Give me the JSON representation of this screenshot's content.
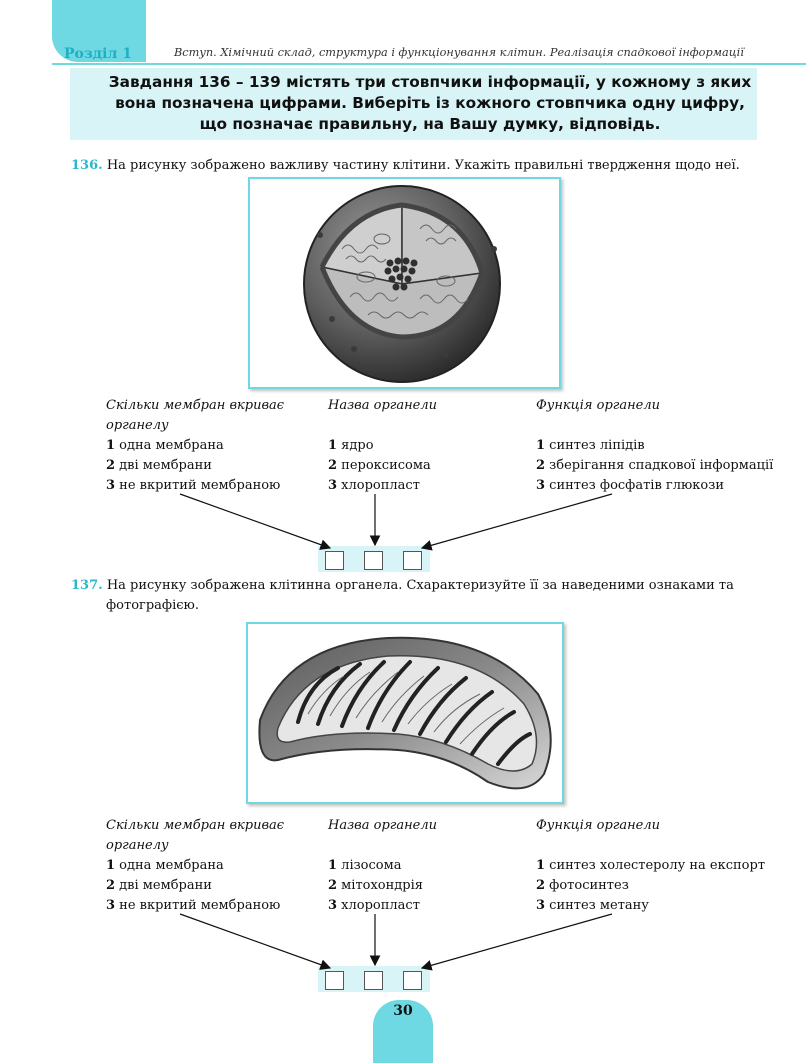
{
  "header": {
    "section_label": "Розділ 1",
    "running_head": "Вступ. Хімічний склад, структура і функціонування клітин. Реалізація спадкової інформації"
  },
  "instruction": {
    "line1": "Завдання 136 – 139 містять три стовпчики інформації, у кожному з яких",
    "line2": "вона позначена цифрами. Виберіть із кожного стовпчика одну цифру,",
    "line3": "що позначає правильну, на Вашу думку, відповідь."
  },
  "q136": {
    "number": "136.",
    "text": "На рисунку зображено важливу частину клітини. Укажіть правильні твердження щодо неї.",
    "col1": {
      "header1": "Скільки мембран вкриває",
      "header2": "органелу",
      "options": [
        {
          "n": "1",
          "t": " одна мембрана"
        },
        {
          "n": "2",
          "t": " дві мембрани"
        },
        {
          "n": "3",
          "t": " не вкритий мембраною"
        }
      ]
    },
    "col2": {
      "header": "Назва органели",
      "options": [
        {
          "n": "1",
          "t": " ядро"
        },
        {
          "n": "2",
          "t": " пероксисома"
        },
        {
          "n": "3",
          "t": " хлоропласт"
        }
      ]
    },
    "col3": {
      "header": "Функція органели",
      "options": [
        {
          "n": "1",
          "t": " синтез ліпідів"
        },
        {
          "n": "2",
          "t": " зберігання спадкової інформації"
        },
        {
          "n": "3",
          "t": " синтез фосфатів глюкози"
        }
      ]
    }
  },
  "q137": {
    "number": "137.",
    "text_line1": "На рисунку зображена клітинна органела. Схарактеризуйте її за наведеними ознаками та",
    "text_line2": "фотографією.",
    "col1": {
      "header1": "Скільки мембран вкриває",
      "header2": "органелу",
      "options": [
        {
          "n": "1",
          "t": " одна мембрана"
        },
        {
          "n": "2",
          "t": " дві мембрани"
        },
        {
          "n": "3",
          "t": " не вкритий мембраною"
        }
      ]
    },
    "col2": {
      "header": "Назва органели",
      "options": [
        {
          "n": "1",
          "t": " лізосома"
        },
        {
          "n": "2",
          "t": " мітохондрія"
        },
        {
          "n": "3",
          "t": " хлоропласт"
        }
      ]
    },
    "col3": {
      "header": "Функція органели",
      "options": [
        {
          "n": "1",
          "t": " синтез холестеролу на експорт"
        },
        {
          "n": "2",
          "t": " фотосинтез"
        },
        {
          "n": "3",
          "t": " синтез метану"
        }
      ]
    }
  },
  "footer": {
    "page_number": "30"
  },
  "colors": {
    "accent": "#6fd9e3",
    "accent_text": "#29b8c9",
    "light_band": "#d9f4f7"
  }
}
